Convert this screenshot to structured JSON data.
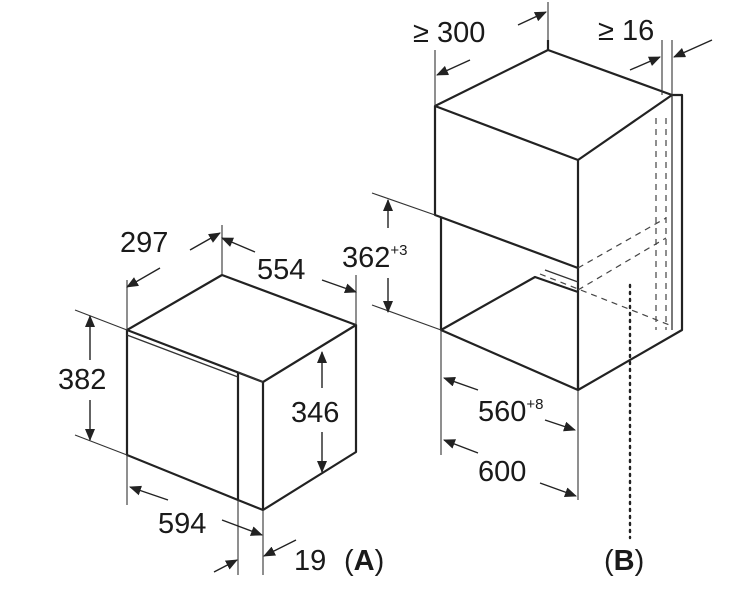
{
  "appliance": {
    "dim_depth": "297",
    "dim_width_top": "554",
    "dim_height": "382",
    "dim_front_height": "346",
    "dim_width_front": "594",
    "dim_offset": "19",
    "label": "A"
  },
  "niche": {
    "dim_min_depth": "≥ 300",
    "dim_min_gap": "≥ 16",
    "dim_opening_height": "362",
    "dim_opening_height_tol": "+3",
    "dim_opening_width": "560",
    "dim_opening_width_tol": "+8",
    "dim_cabinet_width": "600",
    "label": "B"
  }
}
